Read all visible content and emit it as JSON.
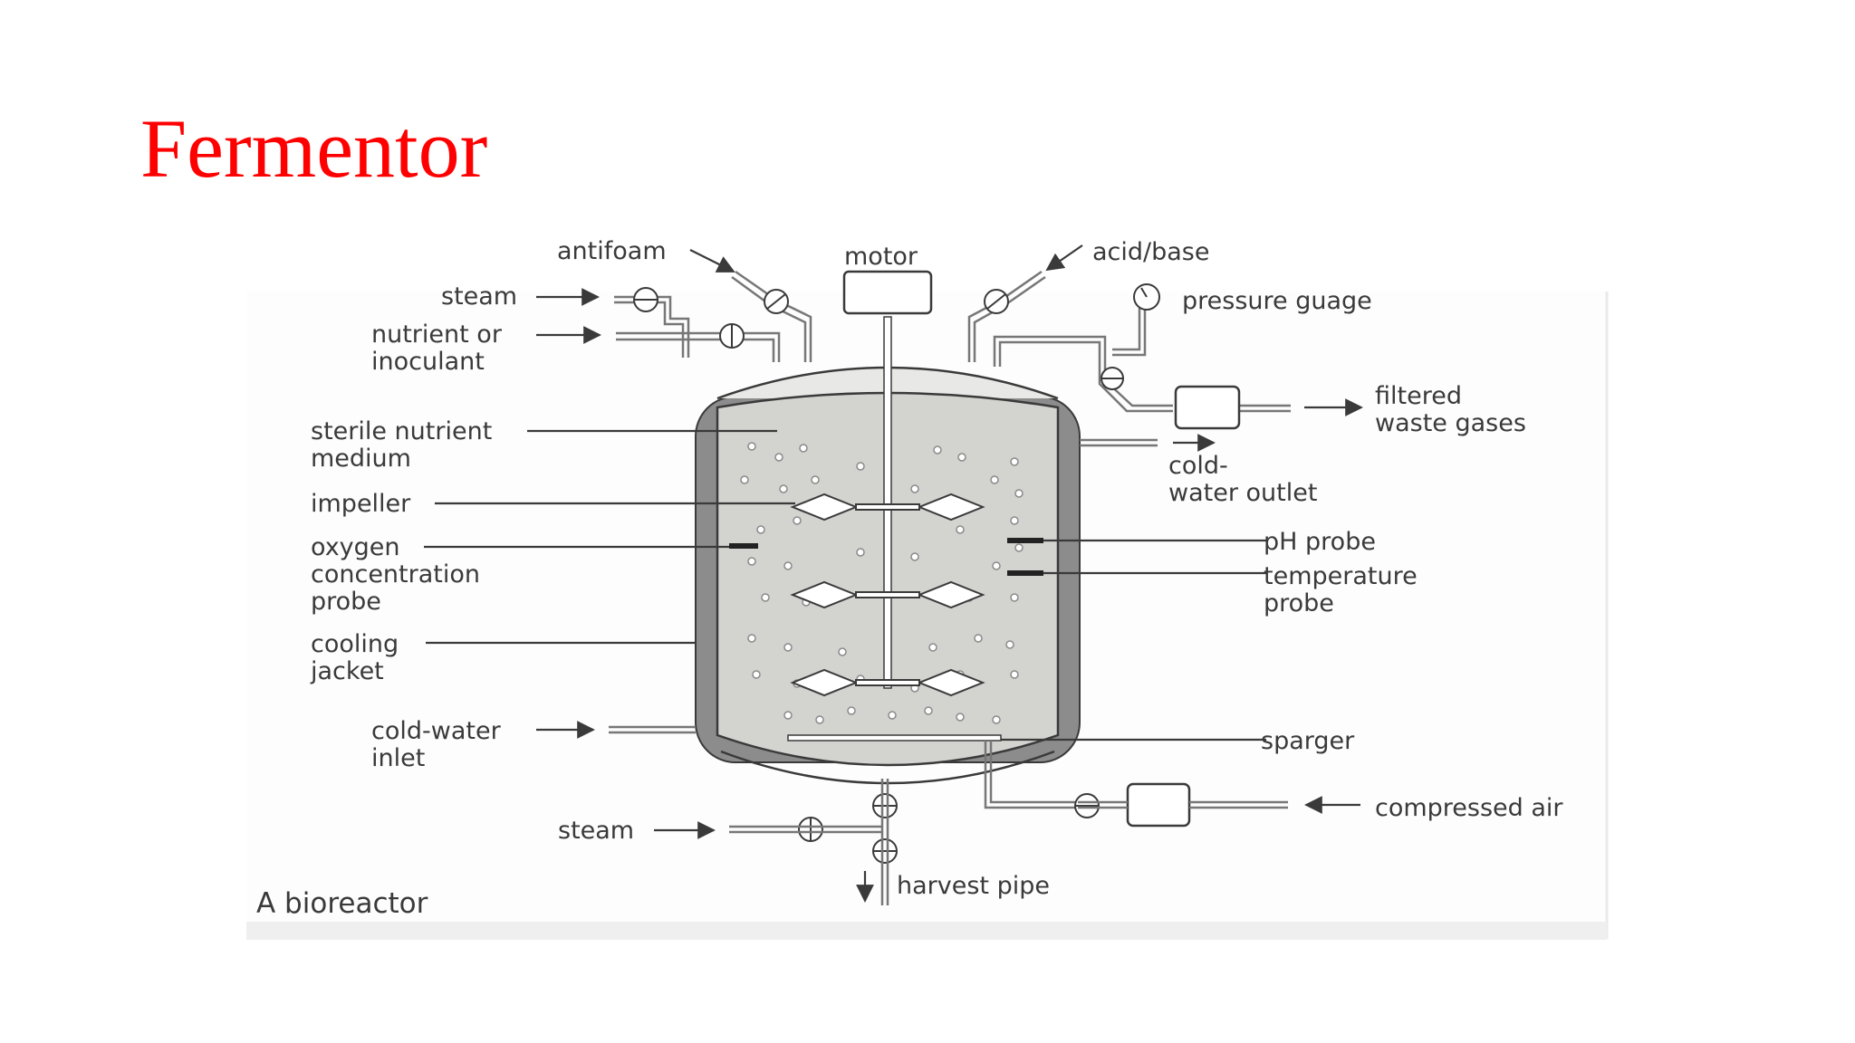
{
  "title": "Fermentor",
  "caption": "A bioreactor",
  "labels": {
    "antifoam": "antifoam",
    "motor": "motor",
    "acid_base": "acid/base",
    "steam_top": "steam",
    "pressure_gauge": "pressure guage",
    "nutrient_1": "nutrient or",
    "nutrient_2": "inoculant",
    "filtered_1": "filtered",
    "filtered_2": "waste gases",
    "sterile_1": "sterile nutrient",
    "sterile_2": "medium",
    "coldout_1": "cold-",
    "coldout_2": "water outlet",
    "impeller": "impeller",
    "oxygen_1": "oxygen",
    "oxygen_2": "concentration",
    "oxygen_3": "probe",
    "ph_probe": "pH probe",
    "temp_1": "temperature",
    "temp_2": "probe",
    "cooling_1": "cooling",
    "cooling_2": "jacket",
    "coldin_1": "cold-water",
    "coldin_2": "inlet",
    "sparger": "sparger",
    "compressed_air": "compressed air",
    "steam_bottom": "steam",
    "harvest_pipe": "harvest pipe"
  },
  "colors": {
    "title": "#ff0000",
    "medium": "#d3d3d0",
    "jacket": "#8c8c8c",
    "ink": "#3a3a3a"
  }
}
